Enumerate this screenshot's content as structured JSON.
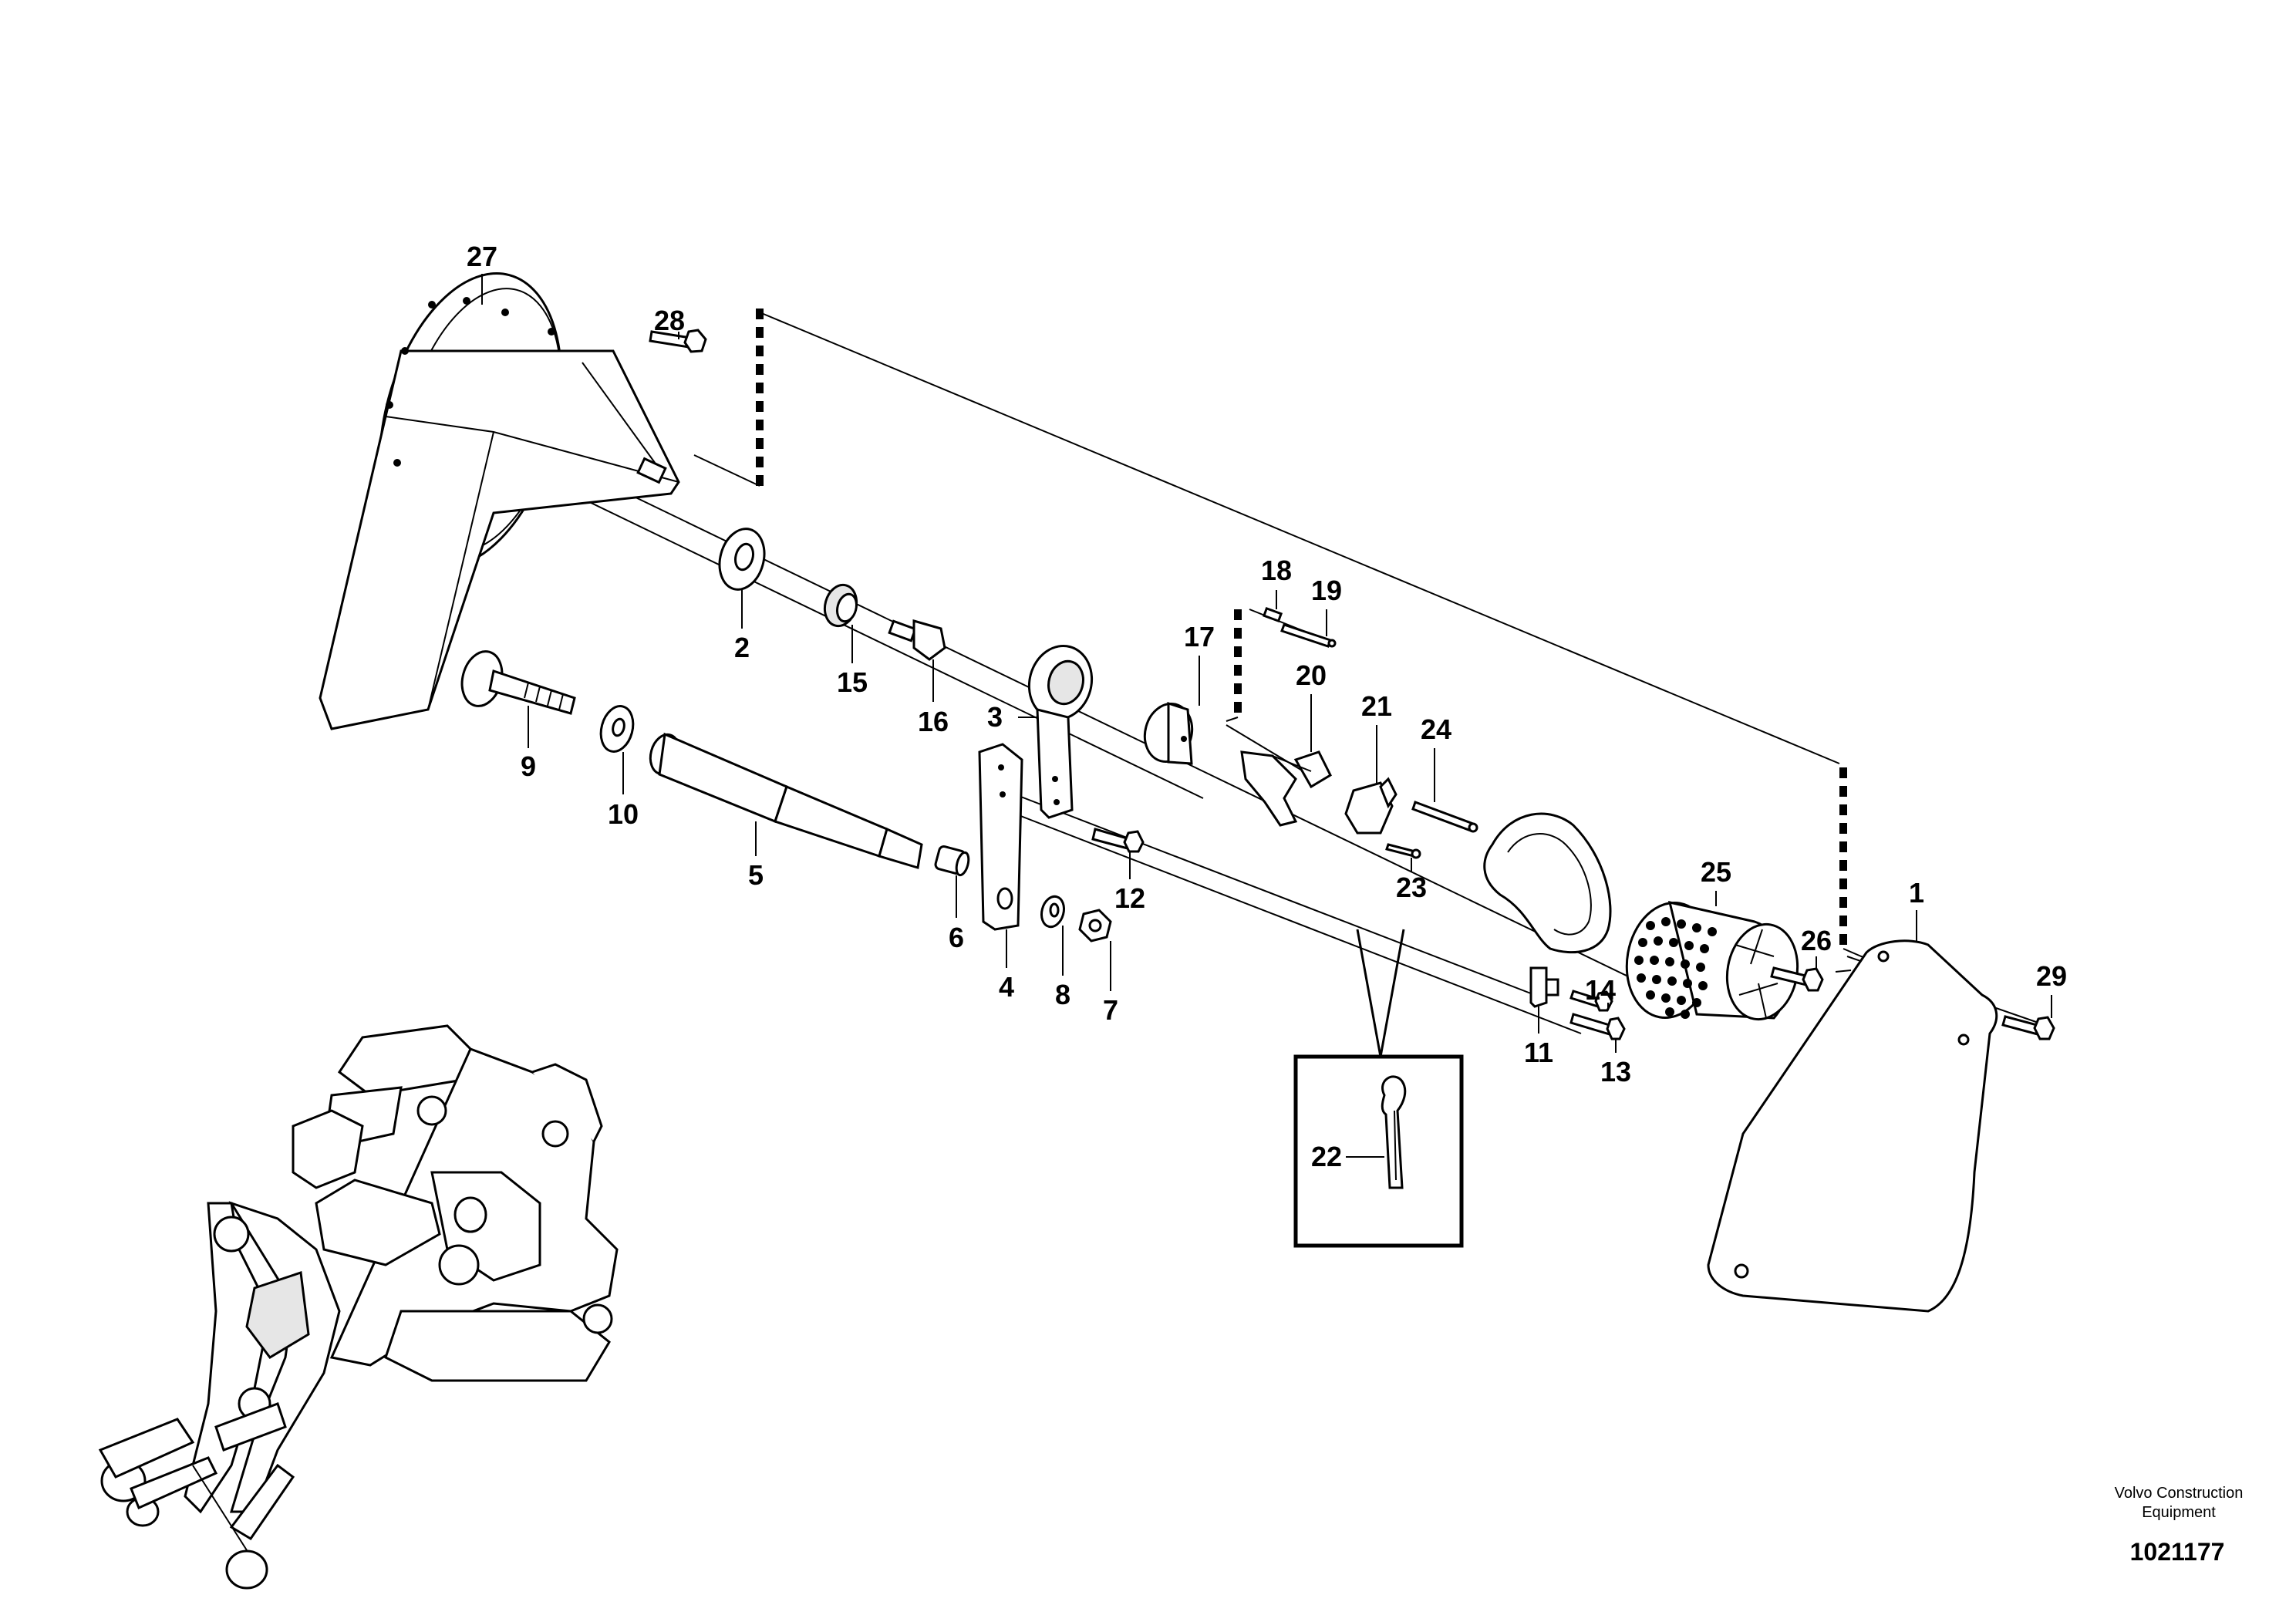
{
  "callouts": {
    "c1": "1",
    "c2": "2",
    "c3": "3",
    "c4": "4",
    "c5": "5",
    "c6": "6",
    "c7": "7",
    "c8": "8",
    "c9": "9",
    "c10": "10",
    "c11": "11",
    "c12": "12",
    "c13": "13",
    "c14": "14",
    "c15": "15",
    "c16": "16",
    "c17": "17",
    "c18": "18",
    "c19": "19",
    "c20": "20",
    "c21": "21",
    "c22": "22",
    "c23": "23",
    "c24": "24",
    "c25": "25",
    "c26": "26",
    "c27": "27",
    "c28": "28",
    "c29": "29"
  },
  "footer": {
    "brand_line1": "Volvo Construction",
    "brand_line2": "Equipment",
    "document_number": "1021177"
  }
}
